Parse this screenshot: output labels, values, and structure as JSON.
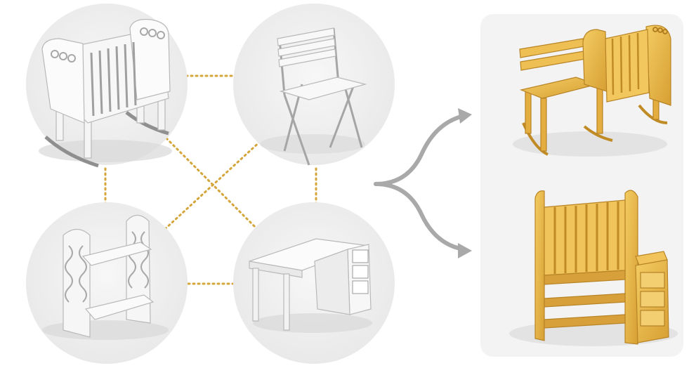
{
  "figure": {
    "sources": [
      {
        "name": "cradle",
        "icon": "cradle-icon",
        "color": "#ffffff"
      },
      {
        "name": "folding-chair",
        "icon": "chair-icon",
        "color": "#ffffff"
      },
      {
        "name": "shelf",
        "icon": "shelf-icon",
        "color": "#ffffff"
      },
      {
        "name": "desk",
        "icon": "desk-icon",
        "color": "#ffffff"
      }
    ],
    "results": [
      {
        "name": "bench-cradle",
        "icon": "bench-cradle-icon",
        "color": "#e8b845"
      },
      {
        "name": "crib-desk",
        "icon": "crib-desk-icon",
        "color": "#e8b845"
      }
    ],
    "colors": {
      "circle": "#efefef",
      "panel": "#f2f2f2",
      "connector": "#d4a53a",
      "arrow": "#a9a9a9",
      "wood": "#e8b845",
      "wood_dark": "#c08a24",
      "white_model": "#fbfbfb",
      "white_edge": "#b9b9b9"
    }
  }
}
